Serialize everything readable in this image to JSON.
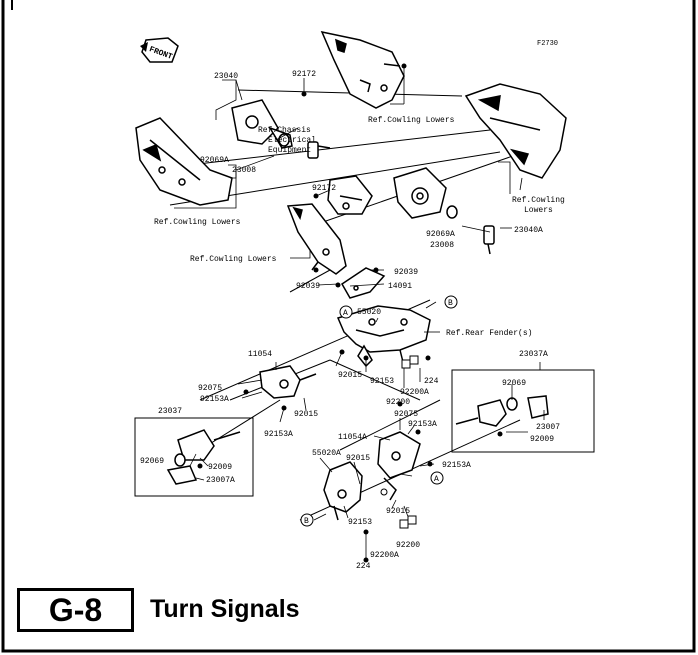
{
  "page": {
    "code": "G-8",
    "title": "Turn Signals"
  },
  "diagram": {
    "figure_id": "F2730",
    "front_label": "FRONT",
    "labels": {
      "p23040": "23040",
      "p92172_top": "92172",
      "ref_cowl_top": "Ref.Cowling Lowers",
      "ref_chassis_1": "Ref.Chassis",
      "ref_chassis_2": "Electrical",
      "ref_chassis_3": "Equipment",
      "p92069A_left": "92069A",
      "p23008_left": "23008",
      "ref_cowl_left": "Ref.Cowling Lowers",
      "p92172_mid": "92172",
      "ref_cowl_right_1": "Ref.Cowling",
      "ref_cowl_right_2": "Lowers",
      "p92069A_right": "92069A",
      "p23008_right": "23008",
      "p23040A": "23040A",
      "ref_cowl_bottom": "Ref.Cowling Lowers",
      "p92039_a": "92039",
      "p92039_b": "92039",
      "p14091": "14091",
      "callout_b1": "B",
      "callout_a1": "A",
      "p55020": "55020",
      "ref_rear_fender": "Ref.Rear Fender(s)",
      "p11054": "11054",
      "p92015_a": "92015",
      "p92153_a": "92153",
      "p224_a": "224",
      "p92200A_a": "92200A",
      "p92200_a": "92200",
      "p92075_left": "92075",
      "p92153A_left": "92153A",
      "p92015_b": "92015",
      "p92153A_b": "92153A",
      "p23037A": "23037A",
      "p92069_right": "92069",
      "p23007": "23007",
      "p92009_right": "92009",
      "p92075_right": "92075",
      "p92153A_right": "92153A",
      "p11054A": "11054A",
      "p23037": "23037",
      "p92069_left": "92069",
      "p92009_left": "92009",
      "p23007A": "23007A",
      "p55020A": "55020A",
      "p92015_c": "92015",
      "p92153A_c": "92153A",
      "callout_a2": "A",
      "callout_b2": "B",
      "p92153_b": "92153",
      "p92015_d": "92015",
      "p92200_b": "92200",
      "p92200A_b": "92200A",
      "p224_b": "224"
    }
  }
}
